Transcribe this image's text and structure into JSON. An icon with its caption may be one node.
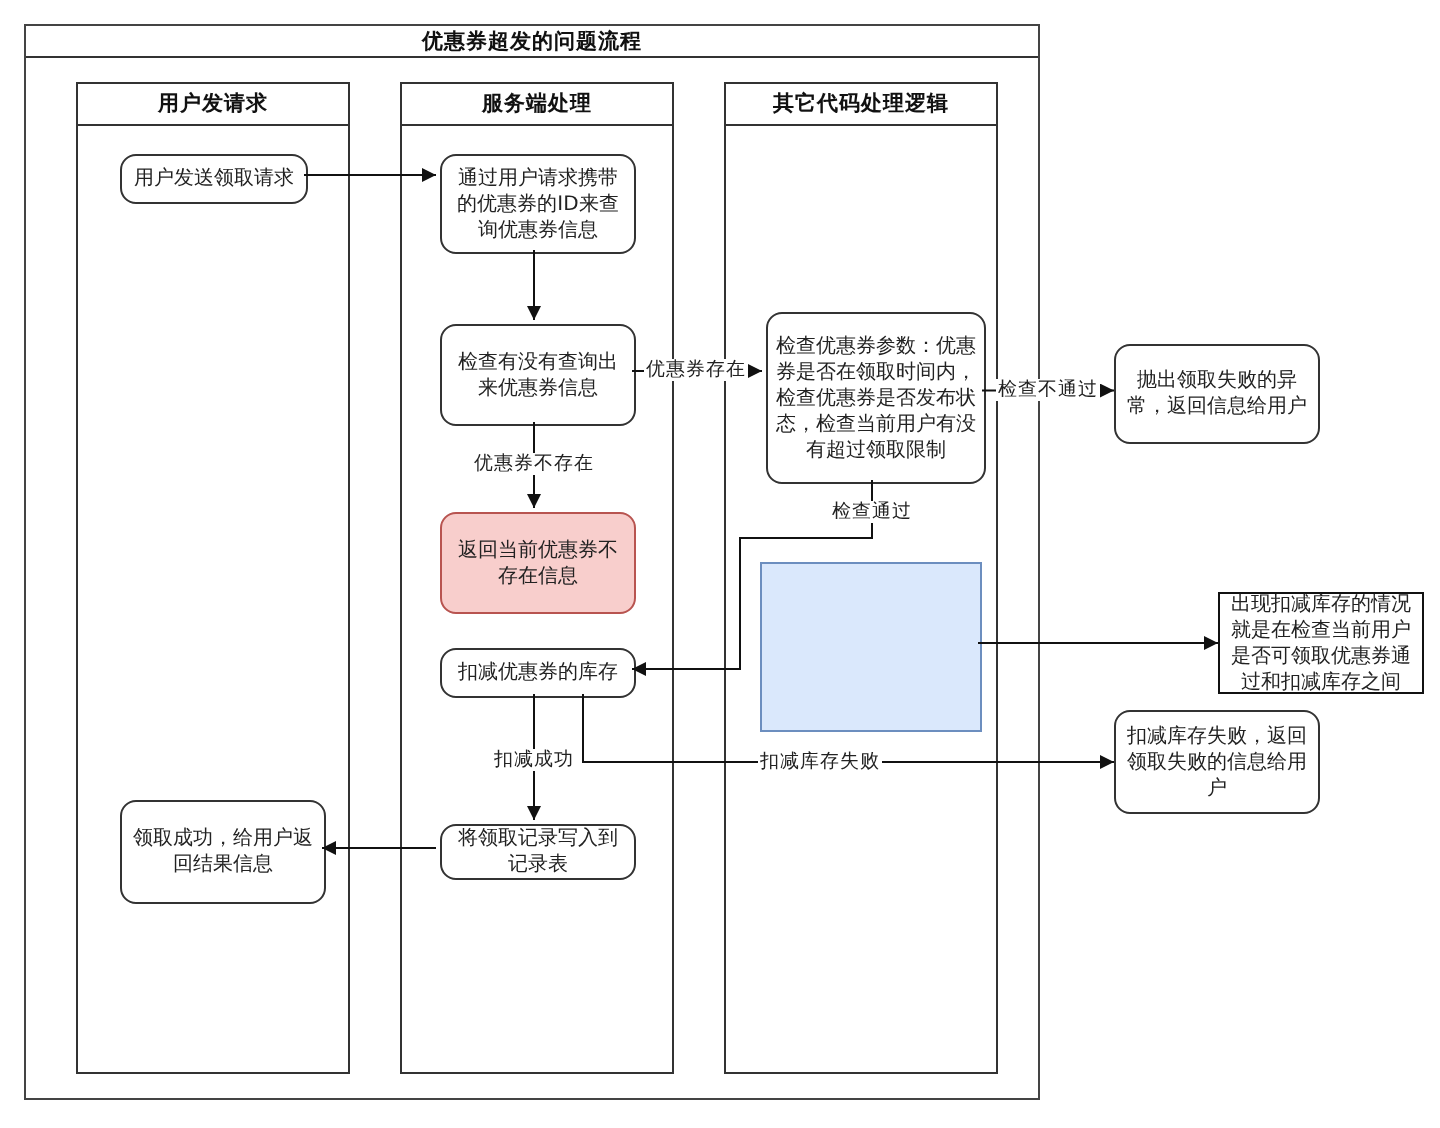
{
  "diagram": {
    "nodes": [
      {
        "text": [
          "优惠券超发的问题流程"
        ]
      },
      {
        "text": [
          "用户发请求"
        ],
        "in": 0
      },
      {
        "text": [
          "服务端处理"
        ],
        "in": 0
      },
      {
        "text": [
          "其它代码处理逻辑"
        ],
        "in": 0
      },
      {
        "text": [
          "用户发送领取请求"
        ],
        "in": 1
      },
      {
        "text": [
          "通过用户请求携带的优惠券的ID来查询优惠券信息"
        ],
        "in": 2
      },
      {
        "text": [
          "检查有没有查询出来优惠券信息"
        ],
        "in": 2
      },
      {
        "text": [
          "返回当前优惠券不存在信息"
        ],
        "in": 2
      },
      {
        "text": [
          "扣减优惠券的库存"
        ],
        "in": 2
      },
      {
        "text": [
          "将领取记录写入到记录表"
        ],
        "in": 2
      },
      {
        "text": [
          "领取成功，给用户返回结果信息"
        ],
        "in": 1
      },
      {
        "text": [
          "检查优惠券参数：优惠券是否在领取时间内，检查优惠券是否发布状态，检查当前用户有没有超过领取限制"
        ],
        "in": 3
      },
      {
        "text": [
          "抛出领取失败的异常，返回信息给用户"
        ]
      },
      {
        "text": [],
        "shape": "box",
        "in": 3
      },
      {
        "text": [
          "出现扣减库存的情况就是在检查当前用户是否可领取优惠券通过和扣减库存之间"
        ]
      },
      {
        "text": [
          "扣减库存失败，返回领取失败的信息给用户"
        ]
      }
    ],
    "edges": [
      {
        "from": 4,
        "to": 5,
        "arrow": "to"
      },
      {
        "from": 5,
        "to": 6,
        "arrow": "to"
      },
      {
        "from": 6,
        "to": 11,
        "arrow": "to",
        "label": "优惠券存在"
      },
      {
        "from": 6,
        "to": 7,
        "arrow": "to",
        "label": "优惠券不存在"
      },
      {
        "from": 11,
        "to": 12,
        "arrow": "to",
        "label": "检查不通过"
      },
      {
        "from": 11,
        "to": 8,
        "arrow": "to",
        "label": "检查通过"
      },
      {
        "from": 8,
        "to": 9,
        "arrow": "to",
        "label": "扣减成功"
      },
      {
        "from": 8,
        "to": 15,
        "arrow": "to",
        "label": "扣减库存失败"
      },
      {
        "from": 9,
        "to": 10,
        "arrow": "to"
      },
      {
        "from": 13,
        "to": 14,
        "arrow": "to"
      }
    ]
  }
}
